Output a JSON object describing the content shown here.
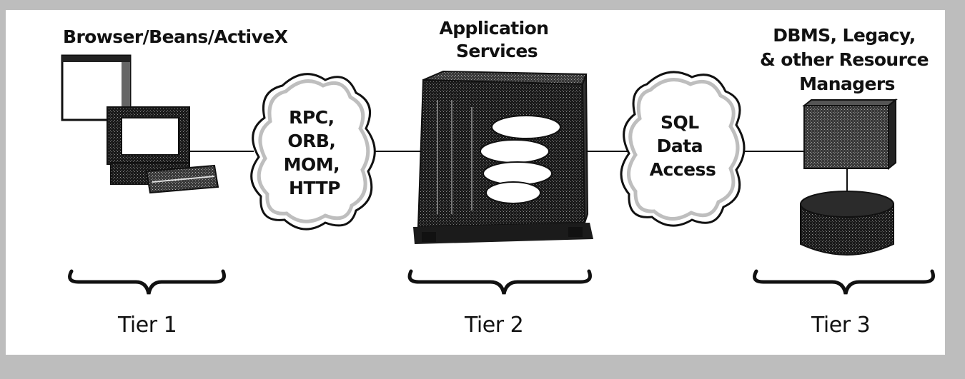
{
  "diagram": {
    "tier1": {
      "heading": "Browser/Beans/ActiveX",
      "label": "Tier 1",
      "device": "desktop-computer-icon"
    },
    "link1": {
      "lines": [
        "RPC,",
        "ORB,",
        "MOM,",
        "HTTP"
      ]
    },
    "tier2": {
      "heading_lines": [
        "Application",
        "Services"
      ],
      "label": "Tier 2",
      "device": "server-tower-icon"
    },
    "link2": {
      "lines": [
        "SQL",
        "Data",
        "Access"
      ]
    },
    "tier3": {
      "heading_lines": [
        "DBMS, Legacy,",
        "& other Resource",
        "Managers"
      ],
      "label": "Tier 3",
      "device": "database-icon"
    }
  }
}
